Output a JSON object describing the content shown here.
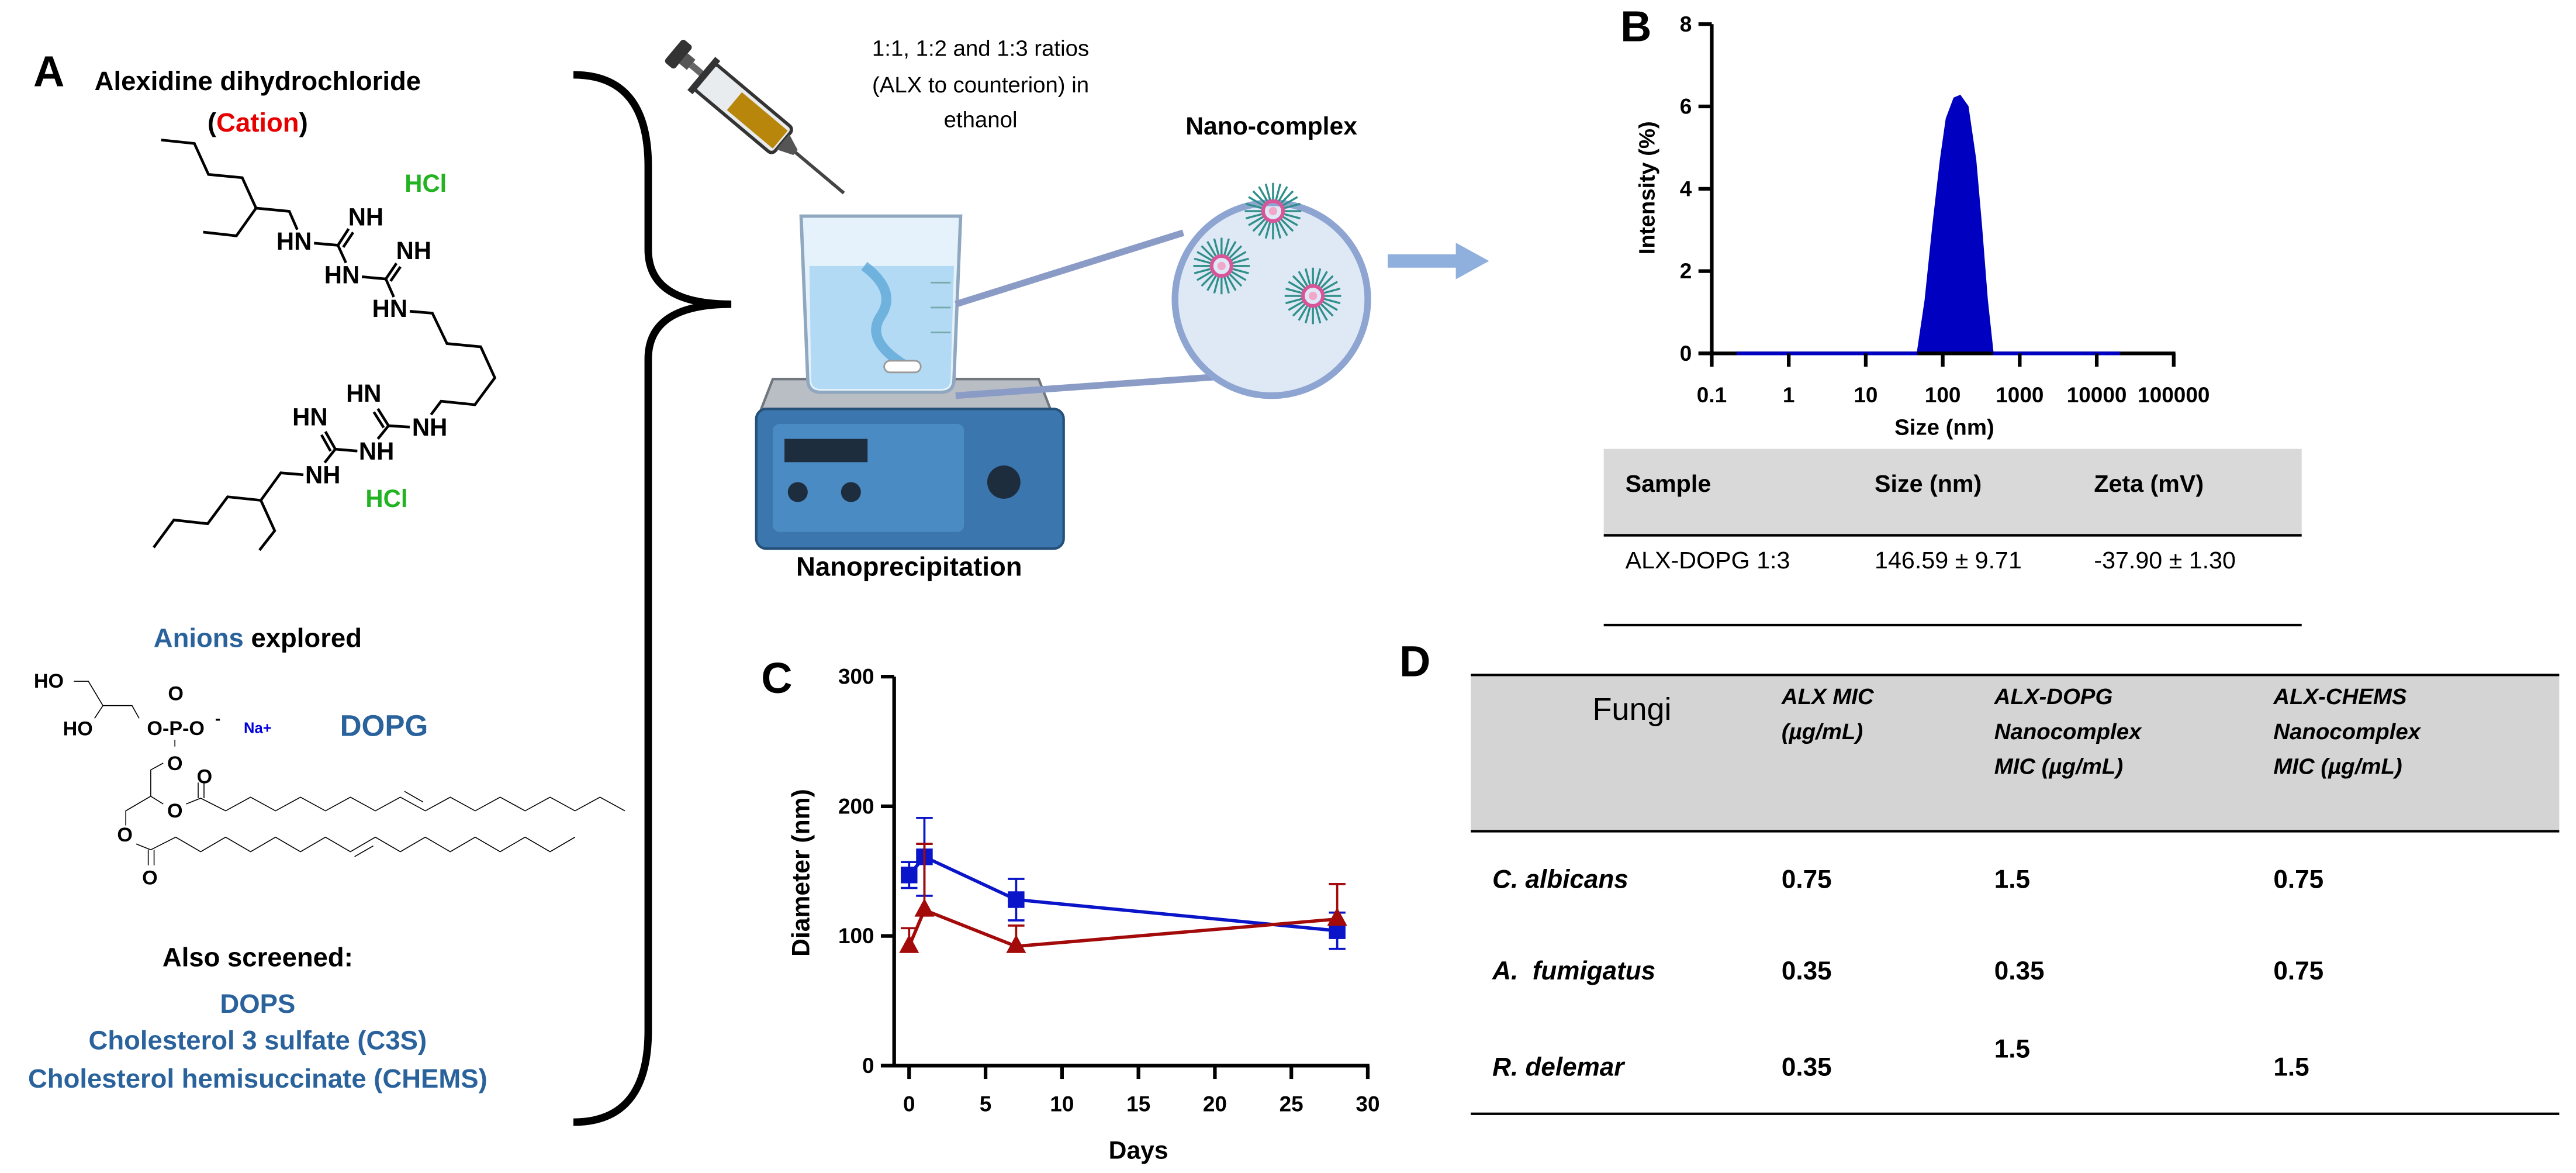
{
  "panelA": {
    "label": "A",
    "cation_title": "Alexidine dihydrochloride",
    "cation_paren_open": "(",
    "cation_word": "Cation",
    "cation_paren_close": ")",
    "hcl": "HCl",
    "atoms": {
      "hn": "HN",
      "nh": "NH",
      "ho": "HO",
      "o": "O",
      "opo": "O-P-O",
      "minus": "-",
      "na": "Na+"
    },
    "anions_word": "Anions",
    "anions_rest": " explored",
    "dopg": "DOPG",
    "also_screened": "Also screened:",
    "screened": [
      "DOPS",
      "Cholesterol 3 sulfate (C3S)",
      "Cholesterol hemisuccinate (CHEMS)"
    ],
    "colors": {
      "cation": "#e60000",
      "anion": "#2a629c",
      "hcl": "#22b322",
      "na": "#0000dd"
    }
  },
  "process": {
    "ratio_lines": [
      "1:1, 1:2 and 1:3 ratios",
      "(ALX to counterion) in",
      "ethanol"
    ],
    "nano_complex": "Nano-complex",
    "nanoprecipitation": "Nanoprecipitation"
  },
  "panelB": {
    "label": "B",
    "table": {
      "headers": [
        "Sample",
        "Size (nm)",
        "Zeta (mV)"
      ],
      "rows": [
        [
          "ALX-DOPG 1:3",
          "146.59 ± 9.71",
          "-37.90 ± 1.30"
        ]
      ]
    }
  },
  "panelC": {
    "label": "C"
  },
  "panelD": {
    "label": "D",
    "headers": [
      "Fungi",
      [
        "ALX MIC",
        "(µg/mL)"
      ],
      [
        "ALX-DOPG",
        "Nanocomplex",
        "MIC (µg/mL)"
      ],
      [
        "ALX-CHEMS",
        "Nanocomplex",
        "MIC (µg/mL)"
      ]
    ],
    "rows": [
      [
        "C. albicans",
        "0.75",
        "1.5",
        "0.75"
      ],
      [
        "A.  fumigatus",
        "0.35",
        "0.35",
        "0.75"
      ],
      [
        "R. delemar",
        "0.35",
        "1.5",
        "1.5"
      ]
    ]
  },
  "chart_data": [
    {
      "type": "area",
      "title": "",
      "xlabel": "Size (nm)",
      "ylabel": "Intensity (%)",
      "xscale": "log",
      "xlim": [
        0.1,
        100000
      ],
      "ylim": [
        0,
        8
      ],
      "xticks": [
        "0.1",
        "1",
        "10",
        "100",
        "1000",
        "10000",
        "100000"
      ],
      "yticks": [
        "0",
        "2",
        "4",
        "6",
        "8"
      ],
      "baseline_range": [
        0.21,
        20000
      ],
      "x": [
        47,
        59.6,
        75,
        94,
        112,
        141,
        168,
        211,
        266,
        316,
        376,
        447
      ],
      "y": [
        0,
        1.3,
        3.1,
        4.7,
        5.7,
        6.2,
        6.26,
        6.0,
        4.7,
        3.1,
        1.3,
        0
      ],
      "color": "#0000c0",
      "grid": false
    },
    {
      "type": "line",
      "title": "",
      "xlabel": "Days",
      "ylabel": "Diameter (nm)",
      "xlim": [
        0,
        30
      ],
      "ylim": [
        0,
        300
      ],
      "xticks": [
        "0",
        "5",
        "10",
        "15",
        "20",
        "25",
        "30"
      ],
      "yticks": [
        "0",
        "100",
        "200",
        "300"
      ],
      "x": [
        0,
        1,
        7,
        28
      ],
      "series": [
        {
          "name": "series-blue",
          "marker": "square",
          "color": "#0a14c8",
          "values": [
            147,
            161,
            128,
            104
          ],
          "error": [
            10,
            30,
            16,
            14
          ],
          "error_direction": "both"
        },
        {
          "name": "series-red",
          "marker": "triangle",
          "color": "#a30a0a",
          "values": [
            92,
            120,
            92,
            113
          ],
          "error": [
            14,
            51,
            16,
            27
          ],
          "error_direction": "up"
        }
      ],
      "grid": false
    }
  ]
}
